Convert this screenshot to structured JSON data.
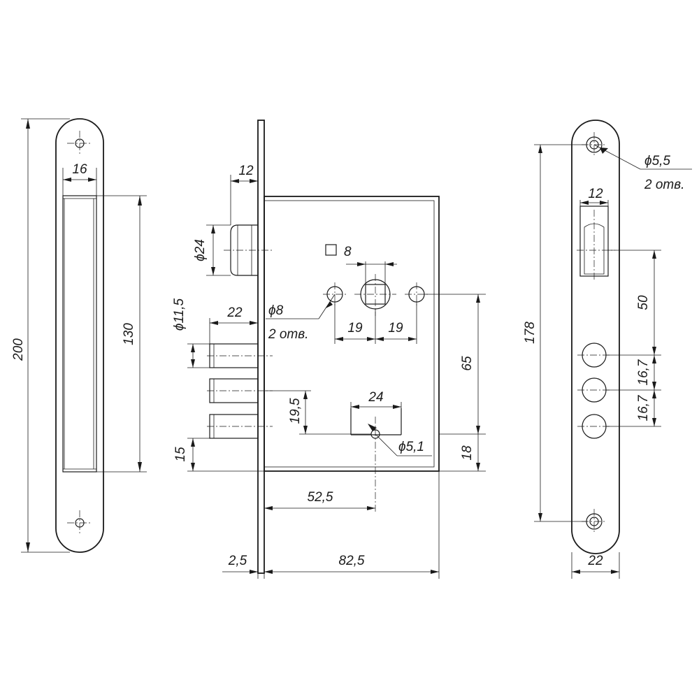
{
  "left_strike_plate": {
    "height": "200",
    "slot_width": "16",
    "slot_height": "130"
  },
  "lock_body": {
    "bolt_step": "12",
    "latch_diameter": "ϕ24",
    "square_spindle": "8",
    "holes_label_1": "ϕ8",
    "holes_label_2": "2 отв.",
    "deadbolt_diameter": "ϕ11,5",
    "deadbolt_throw": "22",
    "spacing_left": "19",
    "spacing_right": "19",
    "center_distance": "65",
    "cylinder_width": "24",
    "cylinder_offset": "19,5",
    "cylinder_hole": "ϕ5,1",
    "cylinder_bottom": "18",
    "bottom_bolt": "15",
    "backset": "52,5",
    "faceplate_thickness": "2,5",
    "body_depth": "82,5"
  },
  "right_faceplate": {
    "screw_hole_1": "ϕ5,5",
    "screw_hole_2": "2 отв.",
    "latch_slot": "12",
    "height": "178",
    "latch_to_bolt": "50",
    "bolt_spacing_1": "16,7",
    "bolt_spacing_2": "16,7",
    "width": "22"
  }
}
